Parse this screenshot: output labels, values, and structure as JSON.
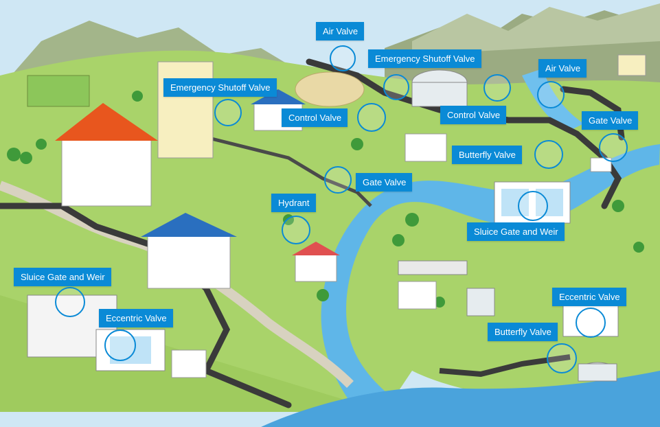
{
  "labels": {
    "air_valve_top": "Air Valve",
    "emergency_shutoff_top": "Emergency Shutoff Valve",
    "air_valve_right": "Air Valve",
    "emergency_shutoff_left": "Emergency Shutoff Valve",
    "control_valve_center": "Control Valve",
    "control_valve_right": "Control Valve",
    "gate_valve_right": "Gate Valve",
    "butterfly_valve_top": "Butterfly Valve",
    "gate_valve_center": "Gate Valve",
    "hydrant": "Hydrant",
    "sluice_gate_right": "Sluice Gate and Weir",
    "sluice_gate_left": "Sluice Gate and Weir",
    "eccentric_valve_left": "Eccentric Valve",
    "eccentric_valve_right": "Eccentric Valve",
    "butterfly_valve_bottom": "Butterfly Valve"
  },
  "colors": {
    "accent": "#0a8ad6",
    "sky": "#cfe7f4",
    "grass": "#a9d36a",
    "river": "#5fb6e8",
    "pipe": "#3a3a3a",
    "roof_red": "#e8561e",
    "roof_blue": "#2a6fbf"
  }
}
